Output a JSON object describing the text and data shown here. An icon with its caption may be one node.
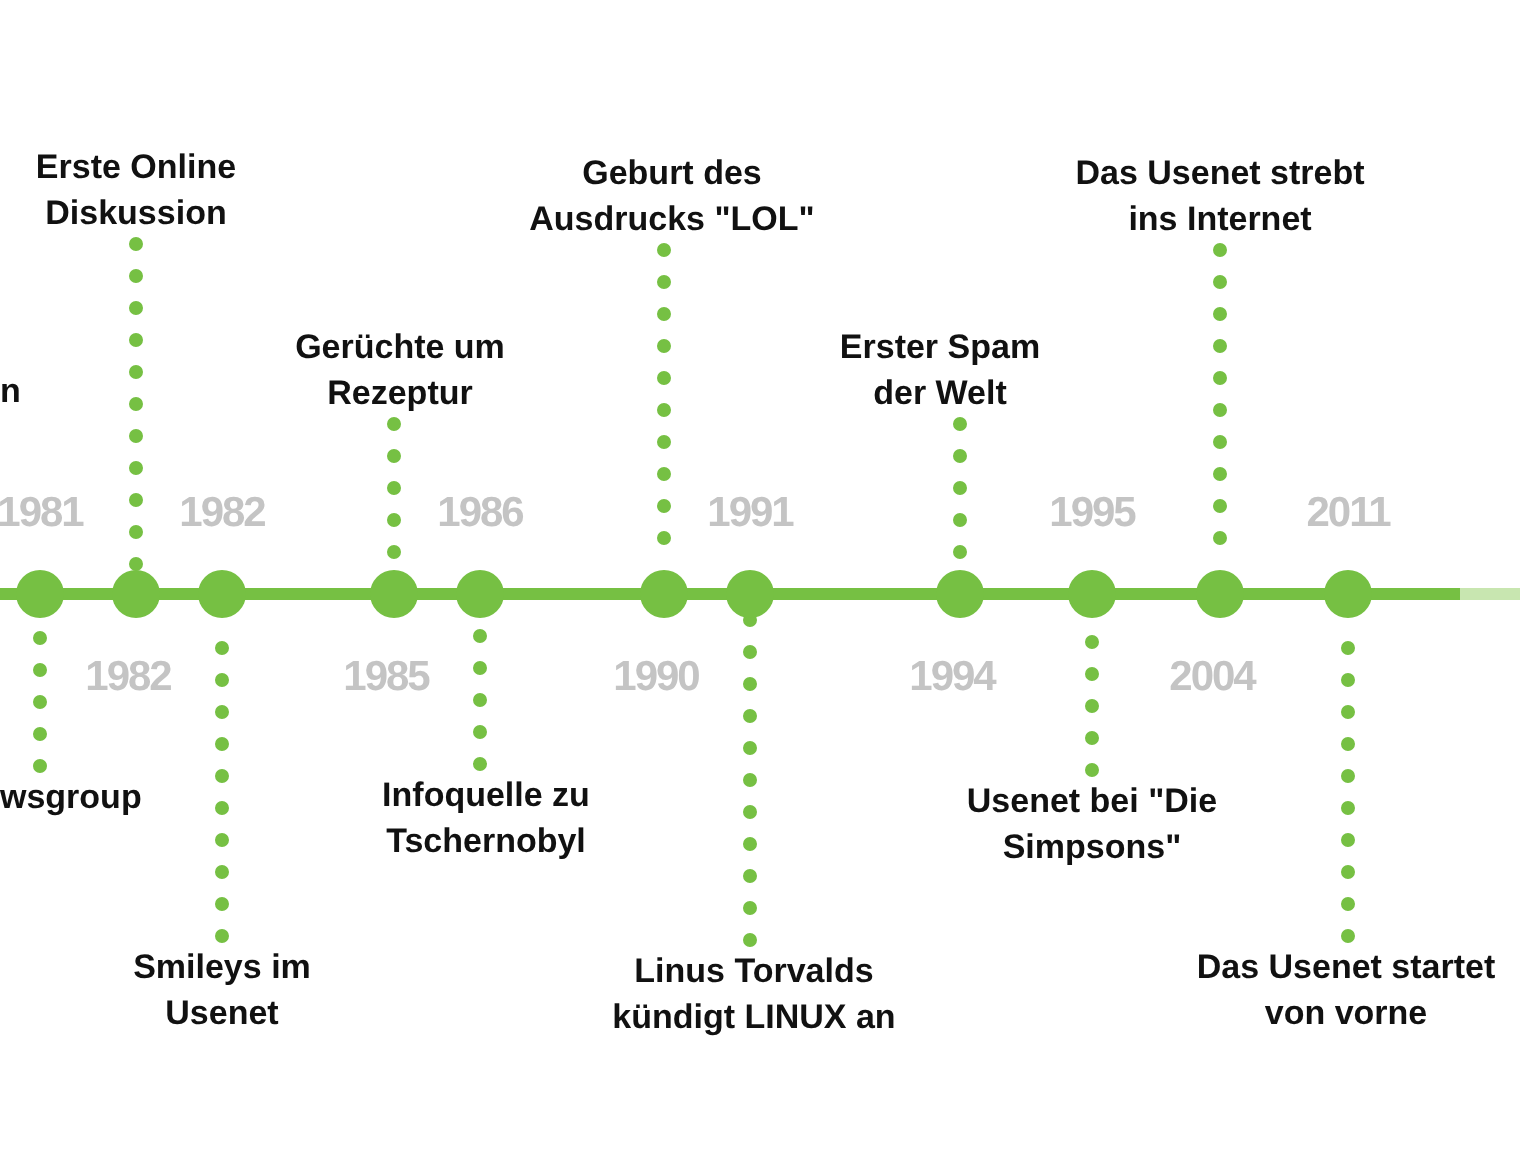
{
  "diagram": {
    "nodes": [
      {
        "text": [
          "wsgroup"
        ]
      },
      {
        "text": [
          "Erste Online Diskussion"
        ]
      },
      {
        "text": [
          "Smileys im Usenet"
        ]
      },
      {
        "text": [
          "Gerüchte um Rezeptur"
        ]
      },
      {
        "text": [
          "Infoquelle zu Tschernobyl"
        ]
      },
      {
        "text": [
          "Geburt des Ausdrucks \"LOL\""
        ]
      },
      {
        "text": [
          "Linus Torvalds kündigt LINUX an"
        ]
      },
      {
        "text": [
          "Erster Spam der Welt"
        ]
      },
      {
        "text": [
          "Usenet bei \"Die Simpsons\""
        ]
      },
      {
        "text": [
          "Das Usenet strebt ins Internet"
        ]
      },
      {
        "text": [
          "Das Usenet startet von vorne"
        ]
      },
      {
        "text": [],
        "shape": "circle",
        "beside": [
          "1981"
        ]
      },
      {
        "text": [],
        "shape": "circle",
        "beside": [
          "1982"
        ]
      },
      {
        "text": [],
        "shape": "circle",
        "beside": [
          "1982"
        ]
      },
      {
        "text": [],
        "shape": "circle",
        "beside": [
          "1985"
        ]
      },
      {
        "text": [],
        "shape": "circle",
        "beside": [
          "1986"
        ]
      },
      {
        "text": [],
        "shape": "circle",
        "beside": [
          "1990"
        ]
      },
      {
        "text": [],
        "shape": "circle",
        "beside": [
          "1991"
        ]
      },
      {
        "text": [],
        "shape": "circle",
        "beside": [
          "1994"
        ]
      },
      {
        "text": [],
        "shape": "circle",
        "beside": [
          "1995"
        ]
      },
      {
        "text": [],
        "shape": "circle",
        "beside": [
          "2004"
        ]
      },
      {
        "text": [],
        "shape": "circle",
        "beside": [
          "2011"
        ]
      }
    ],
    "edges": [
      {
        "from": 0,
        "to": 11,
        "arrow": "none"
      },
      {
        "from": 1,
        "to": 12,
        "arrow": "none"
      },
      {
        "from": 2,
        "to": 13,
        "arrow": "none"
      },
      {
        "from": 3,
        "to": 14,
        "arrow": "none"
      },
      {
        "from": 4,
        "to": 15,
        "arrow": "none"
      },
      {
        "from": 5,
        "to": 16,
        "arrow": "none"
      },
      {
        "from": 6,
        "to": 17,
        "arrow": "none"
      },
      {
        "from": 7,
        "to": 18,
        "arrow": "none"
      },
      {
        "from": 8,
        "to": 19,
        "arrow": "none"
      },
      {
        "from": 9,
        "to": 20,
        "arrow": "none"
      },
      {
        "from": 10,
        "to": 21,
        "arrow": "none"
      }
    ],
    "labels": [
      "n"
    ]
  }
}
